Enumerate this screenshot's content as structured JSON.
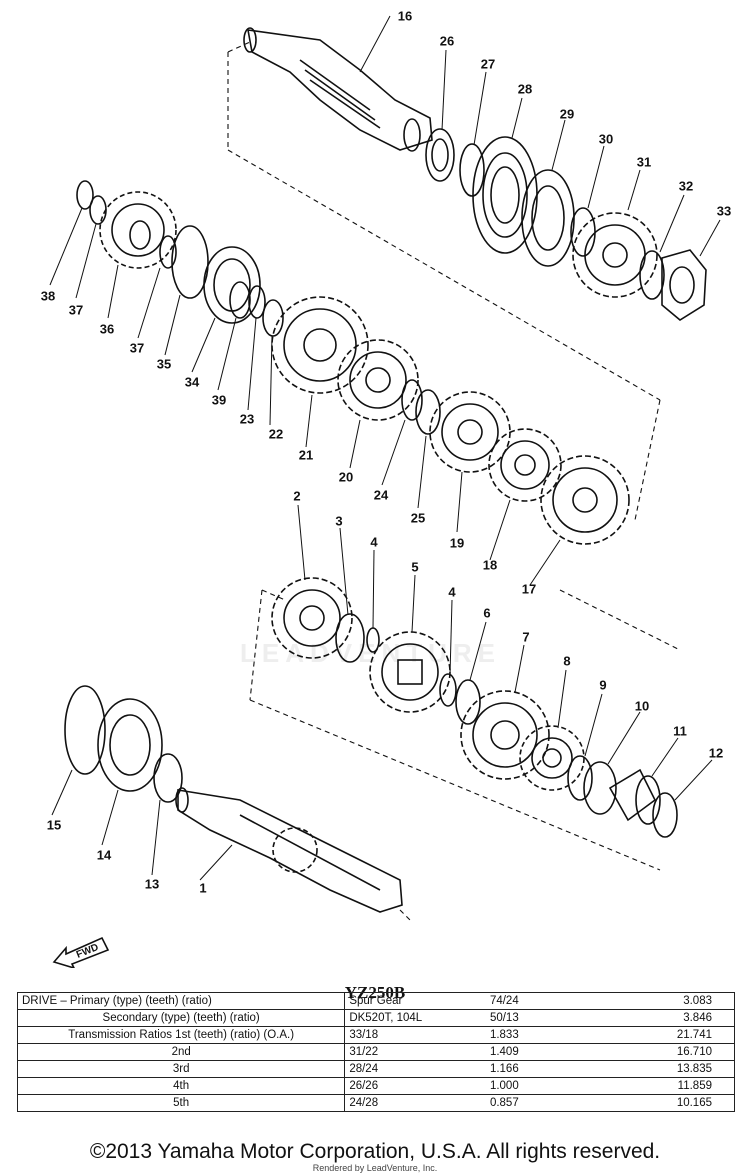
{
  "watermark_text": "LEADVENTURE",
  "fwd_label": "FWD",
  "callouts": [
    {
      "id": "16",
      "label": "16"
    },
    {
      "id": "26",
      "label": "26"
    },
    {
      "id": "27",
      "label": "27"
    },
    {
      "id": "28",
      "label": "28"
    },
    {
      "id": "29",
      "label": "29"
    },
    {
      "id": "30",
      "label": "30"
    },
    {
      "id": "31",
      "label": "31"
    },
    {
      "id": "32",
      "label": "32"
    },
    {
      "id": "33",
      "label": "33"
    },
    {
      "id": "38",
      "label": "38"
    },
    {
      "id": "37a",
      "label": "37"
    },
    {
      "id": "36",
      "label": "36"
    },
    {
      "id": "37b",
      "label": "37"
    },
    {
      "id": "35",
      "label": "35"
    },
    {
      "id": "34",
      "label": "34"
    },
    {
      "id": "39",
      "label": "39"
    },
    {
      "id": "23",
      "label": "23"
    },
    {
      "id": "22",
      "label": "22"
    },
    {
      "id": "21",
      "label": "21"
    },
    {
      "id": "20",
      "label": "20"
    },
    {
      "id": "24",
      "label": "24"
    },
    {
      "id": "25",
      "label": "25"
    },
    {
      "id": "19",
      "label": "19"
    },
    {
      "id": "18",
      "label": "18"
    },
    {
      "id": "17",
      "label": "17"
    },
    {
      "id": "2",
      "label": "2"
    },
    {
      "id": "3",
      "label": "3"
    },
    {
      "id": "4a",
      "label": "4"
    },
    {
      "id": "5",
      "label": "5"
    },
    {
      "id": "4b",
      "label": "4"
    },
    {
      "id": "6",
      "label": "6"
    },
    {
      "id": "7",
      "label": "7"
    },
    {
      "id": "8",
      "label": "8"
    },
    {
      "id": "9",
      "label": "9"
    },
    {
      "id": "10",
      "label": "10"
    },
    {
      "id": "11",
      "label": "11"
    },
    {
      "id": "12",
      "label": "12"
    },
    {
      "id": "15",
      "label": "15"
    },
    {
      "id": "14",
      "label": "14"
    },
    {
      "id": "13",
      "label": "13"
    },
    {
      "id": "1",
      "label": "1"
    }
  ],
  "spec_table": {
    "title": "YZ250B",
    "rows": [
      {
        "label": "DRIVE – Primary (type) (teeth) (ratio)",
        "type": "Spur Gear",
        "teeth": "74/24",
        "ratio": "3.083",
        "overall": "",
        "align": "left"
      },
      {
        "label": "Secondary (type) (teeth) (ratio)",
        "type": "DK520T, 104L",
        "teeth": "50/13",
        "ratio": "3.846",
        "overall": "",
        "align": "center"
      },
      {
        "label": "Transmission Ratios 1st (teeth) (ratio) (O.A.)",
        "type": "33/18",
        "teeth": "1.833",
        "ratio": "21.741",
        "overall": "",
        "align": "center"
      },
      {
        "label": "2nd",
        "type": "31/22",
        "teeth": "1.409",
        "ratio": "16.710",
        "overall": "",
        "align": "center"
      },
      {
        "label": "3rd",
        "type": "28/24",
        "teeth": "1.166",
        "ratio": "13.835",
        "overall": "",
        "align": "center"
      },
      {
        "label": "4th",
        "type": "26/26",
        "teeth": "1.000",
        "ratio": "11.859",
        "overall": "",
        "align": "center"
      },
      {
        "label": "5th",
        "type": "24/28",
        "teeth": "0.857",
        "ratio": "10.165",
        "overall": "",
        "align": "center"
      }
    ]
  },
  "copyright": "©2013 Yamaha Motor Corporation, U.S.A. All rights reserved.",
  "rendered_by": "Rendered by LeadVenture, Inc."
}
